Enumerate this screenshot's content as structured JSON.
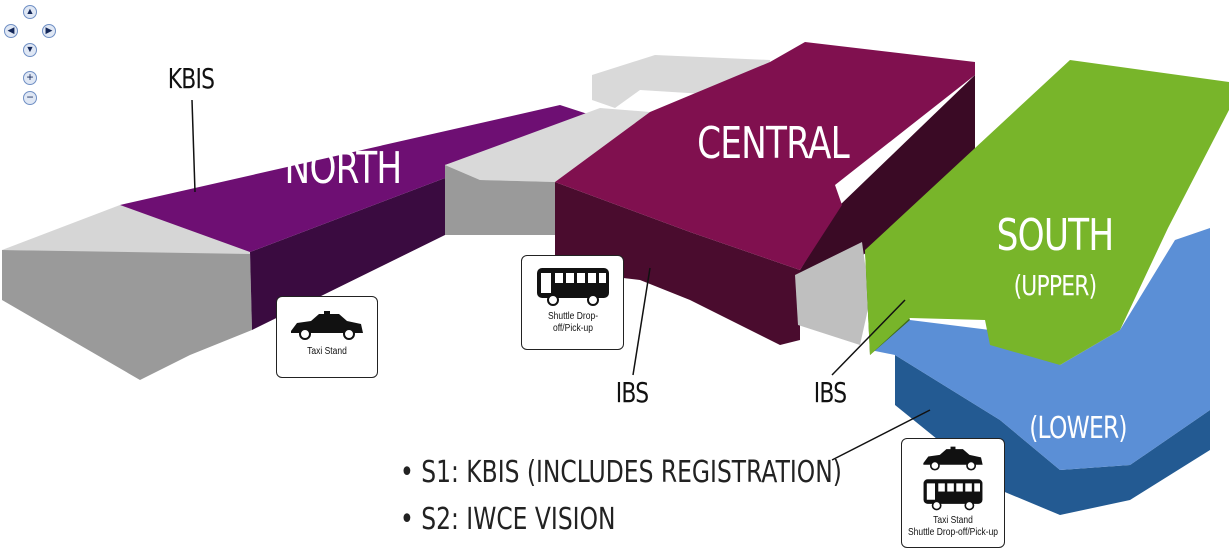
{
  "controls": {
    "pan_up": "▲",
    "pan_left": "◀",
    "pan_right": "▶",
    "pan_down": "▼",
    "zoom_in": "+",
    "zoom_out": "−"
  },
  "halls": {
    "north": "NORTH",
    "central": "CENTRAL",
    "south": "SOUTH",
    "south_upper": "(UPPER)",
    "south_lower": "(LOWER)"
  },
  "callouts": {
    "kbis": "KBIS",
    "ibs_central": "IBS",
    "ibs_south": "IBS"
  },
  "signs": {
    "taxi": {
      "label": "Taxi Stand",
      "icon": "taxi-icon"
    },
    "shuttle": {
      "label": "Shuttle Drop-off/Pick-up",
      "icon": "bus-icon"
    },
    "combined": {
      "label_1": "Taxi Stand",
      "label_2": "Shuttle Drop-off/Pick-up"
    }
  },
  "legend": [
    "S1: KBIS (INCLUDES REGISTRATION)",
    "S2: IWCE VISION"
  ],
  "colors": {
    "north": "#6e0f73",
    "central": "#80104f",
    "south_upper": "#78b52a",
    "south_lower": "#5b8fd6",
    "connector": "#d9d9d9"
  }
}
